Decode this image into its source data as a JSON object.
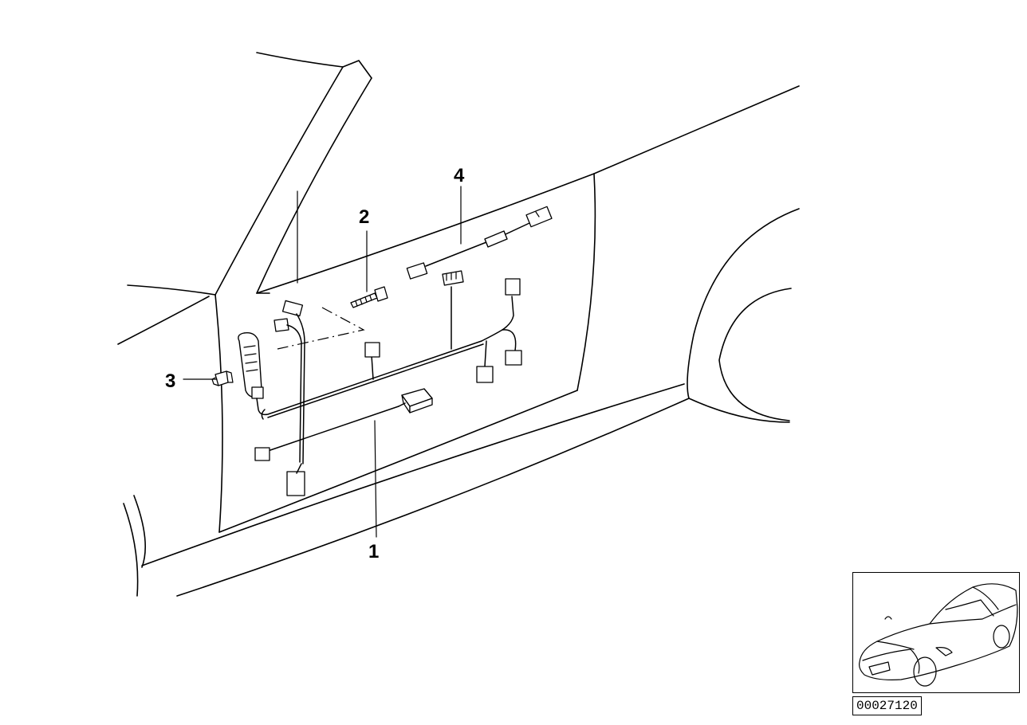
{
  "callouts": [
    {
      "id": "callout-1",
      "label": "1"
    },
    {
      "id": "callout-2",
      "label": "2"
    },
    {
      "id": "callout-3",
      "label": "3"
    },
    {
      "id": "callout-4",
      "label": "4"
    }
  ],
  "reference_code": "00027120"
}
